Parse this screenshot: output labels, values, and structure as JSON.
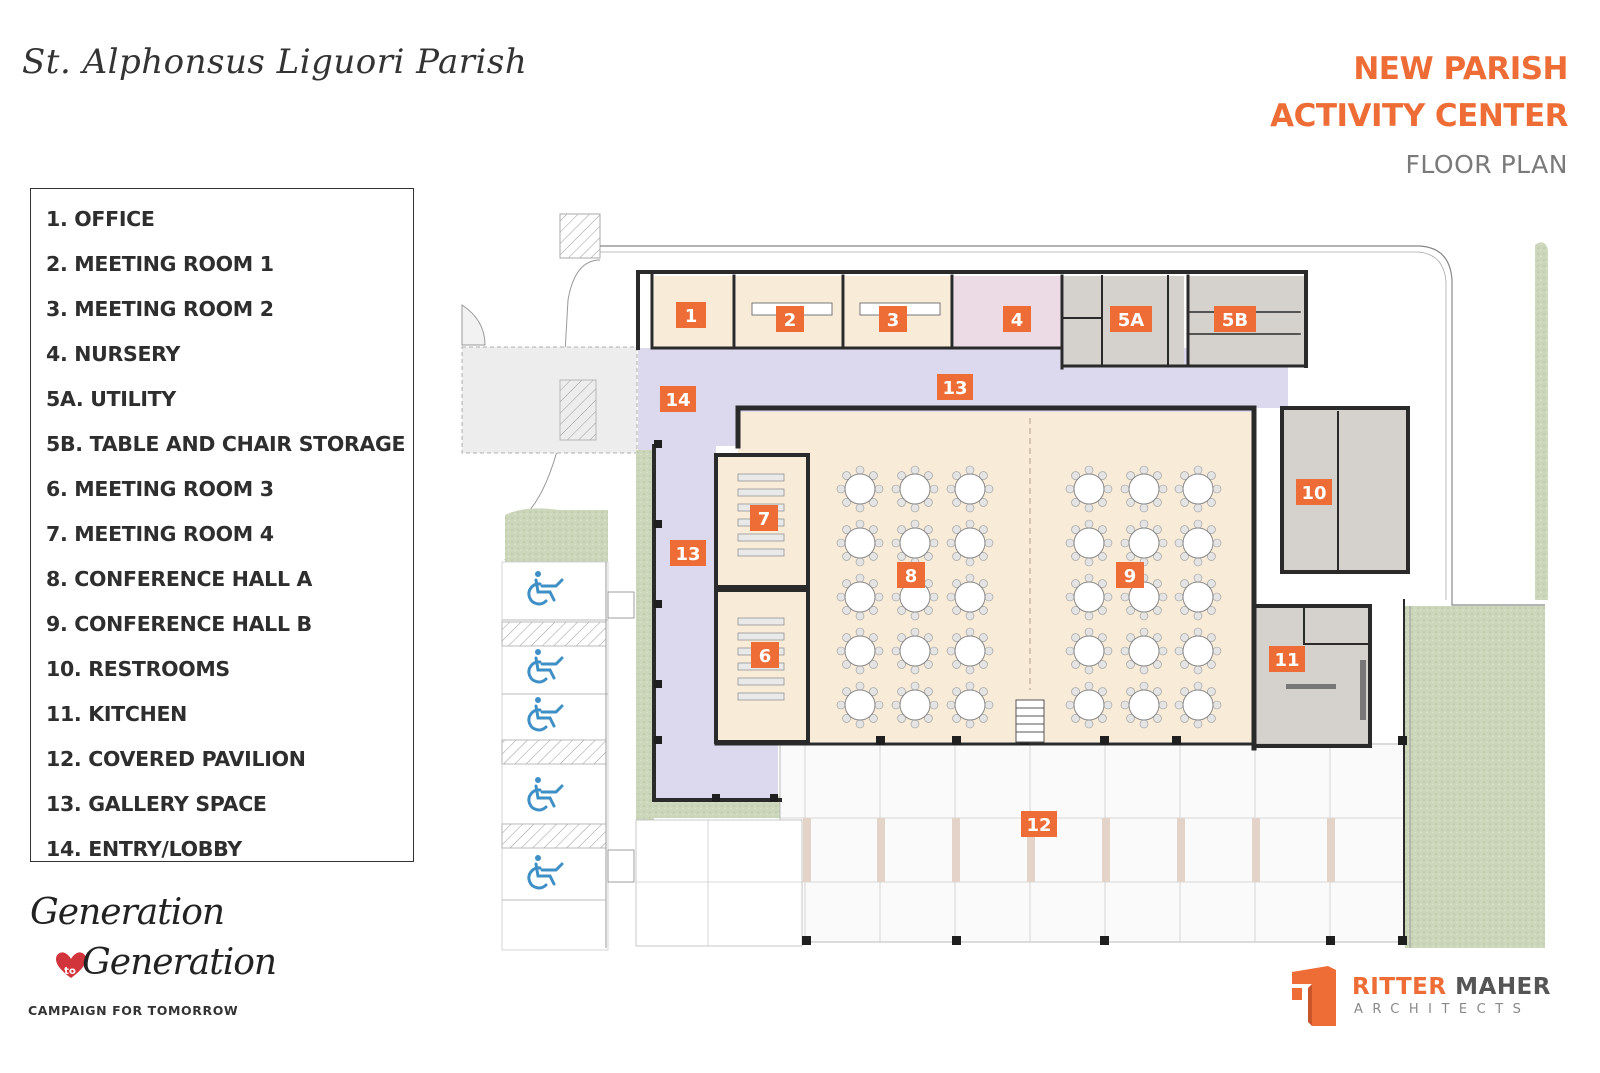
{
  "header": {
    "parish_name": "St. Alphonsus Liguori Parish",
    "title_line1": "NEW PARISH",
    "title_line2": "ACTIVITY CENTER",
    "subtitle": "FLOOR PLAN"
  },
  "legend": {
    "items": [
      "1. OFFICE",
      "2. MEETING ROOM 1",
      "3. MEETING ROOM 2",
      "4. NURSERY",
      "5A. UTILITY",
      "5B. TABLE AND CHAIR STORAGE",
      "6. MEETING ROOM 3",
      "7. MEETING ROOM 4",
      "8. CONFERENCE HALL A",
      "9. CONFERENCE HALL B",
      "10. RESTROOMS",
      "11. KITCHEN",
      "12. COVERED PAVILION",
      "13. GALLERY SPACE",
      "14. ENTRY/LOBBY"
    ]
  },
  "room_tags": {
    "office": "1",
    "meeting1": "2",
    "meeting2": "3",
    "nursery": "4",
    "utility": "5A",
    "storage": "5B",
    "meeting3": "6",
    "meeting4": "7",
    "hallA": "8",
    "hallB": "9",
    "restrooms": "10",
    "kitchen": "11",
    "pavilion": "12",
    "gallery_top": "13",
    "gallery_left": "13",
    "lobby": "14"
  },
  "campaign": {
    "line1": "Generation",
    "to": "to",
    "line2": "Generation",
    "tagline": "CAMPAIGN FOR TOMORROW"
  },
  "logo": {
    "name_part1": "RITTER",
    "name_part2": "MAHER",
    "sub": "ARCHITECTS"
  },
  "icons": {
    "parking": "accessible-parking-icon",
    "heart": "heart-icon",
    "logo_mark": "ritter-maher-logo-mark"
  },
  "colors": {
    "accent": "#ee6d36",
    "gallery": "#dcd8ee",
    "hall": "#f8ebd8",
    "service": "#d5d2cd",
    "nursery": "#ecdbe4",
    "parking_blue": "#3d8fc6",
    "landscape": "#cfd9bd"
  }
}
